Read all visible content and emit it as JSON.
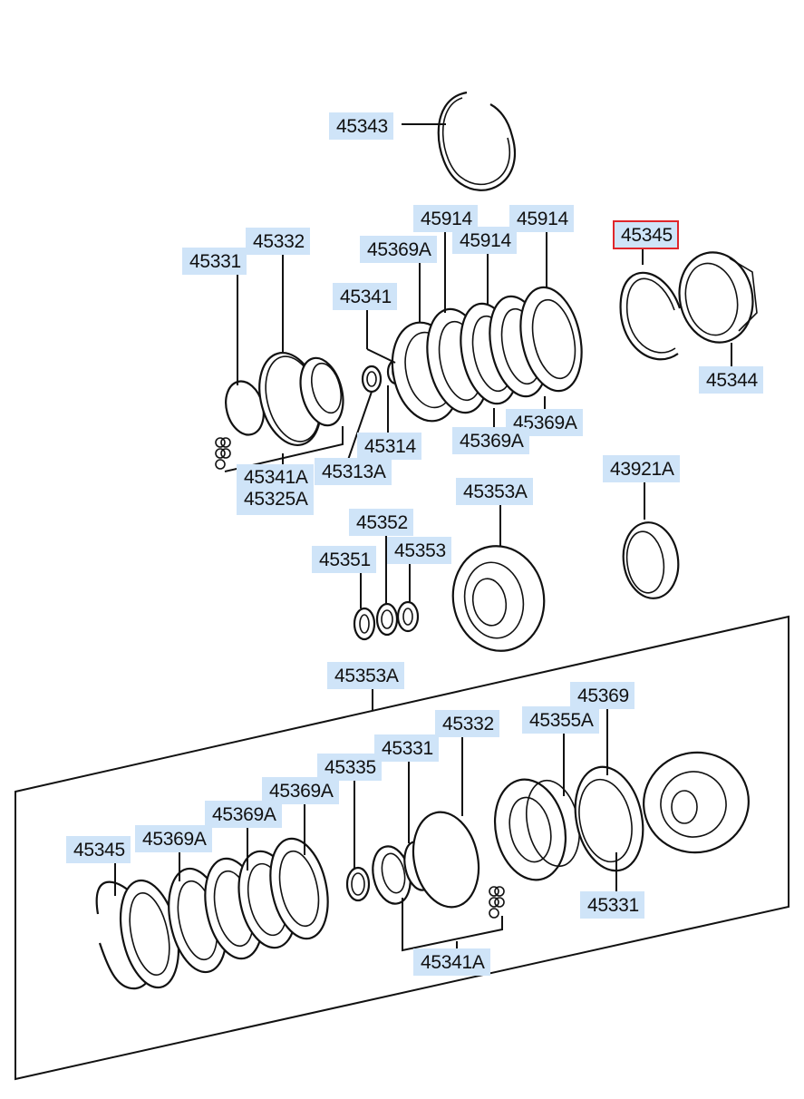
{
  "diagram": {
    "title": "Transmission clutch parts exploded view",
    "highlight_color": "#e0262b",
    "label_bg_color": "#cfe4f8",
    "selected_part": "45345",
    "labels": [
      {
        "id": "l01",
        "text": "45343"
      },
      {
        "id": "l02",
        "text": "45332"
      },
      {
        "id": "l03",
        "text": "45331"
      },
      {
        "id": "l04",
        "text": "45914"
      },
      {
        "id": "l05",
        "text": "45914"
      },
      {
        "id": "l06",
        "text": "45914"
      },
      {
        "id": "l07",
        "text": "45369A"
      },
      {
        "id": "l08",
        "text": "45341"
      },
      {
        "id": "l09",
        "text": "45345",
        "selected": true
      },
      {
        "id": "l10",
        "text": "45344"
      },
      {
        "id": "l11",
        "text": "45369A"
      },
      {
        "id": "l12",
        "text": "45369A"
      },
      {
        "id": "l13",
        "text": "45314"
      },
      {
        "id": "l14",
        "lines": [
          "45341A",
          "45325A"
        ]
      },
      {
        "id": "l15",
        "text": "45313A"
      },
      {
        "id": "l16",
        "text": "45353A"
      },
      {
        "id": "l17",
        "text": "43921A"
      },
      {
        "id": "l18",
        "text": "45352"
      },
      {
        "id": "l19",
        "text": "45351"
      },
      {
        "id": "l20",
        "text": "45353"
      },
      {
        "id": "l21",
        "text": "45353A"
      },
      {
        "id": "l22",
        "text": "45369"
      },
      {
        "id": "l23",
        "text": "45332"
      },
      {
        "id": "l24",
        "text": "45355A"
      },
      {
        "id": "l25",
        "text": "45331"
      },
      {
        "id": "l26",
        "text": "45335"
      },
      {
        "id": "l27",
        "text": "45369A"
      },
      {
        "id": "l28",
        "text": "45369A"
      },
      {
        "id": "l29",
        "text": "45369A"
      },
      {
        "id": "l30",
        "text": "45345"
      },
      {
        "id": "l31",
        "text": "45331"
      },
      {
        "id": "l32",
        "text": "45341A"
      }
    ]
  }
}
